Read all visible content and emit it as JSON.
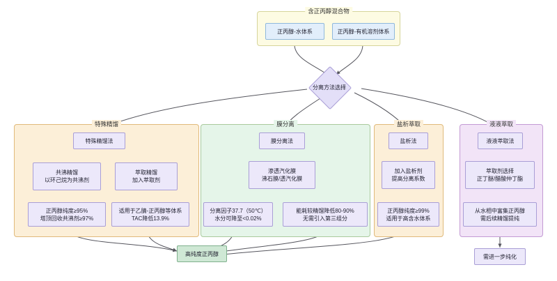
{
  "diagram": {
    "title_cluster": {
      "label": "含正丙醇混合物",
      "nodes": [
        {
          "id": "n-water",
          "text": "正丙醇-水体系"
        },
        {
          "id": "n-organic",
          "text": "正丙醇-有机溶剂体系"
        }
      ]
    },
    "decision": {
      "label": "分离方法选择"
    },
    "clusters": [
      {
        "id": "cluster-special-distillation",
        "label": "特殊精馏",
        "color": "#fcefd8",
        "nodes": [
          {
            "id": "method",
            "text": "特殊精馏法"
          },
          {
            "id": "azeotropic",
            "line1": "共沸精馏",
            "line2": "以环己烷为共沸剂"
          },
          {
            "id": "extractive",
            "line1": "萃取精馏",
            "line2": "加入萃取剂"
          },
          {
            "id": "azeotropic-result",
            "line1": "正丙醇纯度≥95%",
            "line2": "塔顶回收共沸剂≥97%"
          },
          {
            "id": "extractive-result",
            "line1": "适用于乙腈-正丙醇等体系",
            "line2": "TAC降低13.9%"
          }
        ]
      },
      {
        "id": "cluster-membrane",
        "label": "膜分离",
        "color": "#e5f5e9",
        "nodes": [
          {
            "id": "method",
            "text": "膜分离法"
          },
          {
            "id": "pervaporation",
            "line1": "渗透汽化膜",
            "line2": "沸石膜/透汽化膜"
          },
          {
            "id": "sep-factor",
            "line1": "分离因子37.7（50℃）",
            "line2": "水分可降至<0.02%"
          },
          {
            "id": "energy",
            "line1": "能耗较精馏降低80-90%",
            "line2": "无需引入第三组分"
          }
        ]
      },
      {
        "id": "cluster-salting-out",
        "label": "盐析萃取",
        "color": "#fcefd8",
        "nodes": [
          {
            "id": "method",
            "text": "盐析法"
          },
          {
            "id": "agent",
            "line1": "加入盐析剂",
            "line2": "提高分离系数"
          },
          {
            "id": "result",
            "line1": "正丙醇纯度≥99%",
            "line2": "适用于高含水体系"
          }
        ]
      },
      {
        "id": "cluster-liquid-liquid",
        "label": "液液萃取",
        "color": "#f2e4f7",
        "nodes": [
          {
            "id": "method",
            "text": "液液萃取法"
          },
          {
            "id": "solvent",
            "line1": "萃取剂选择",
            "line2": "正丁醚/醋酸仲丁酯"
          },
          {
            "id": "result",
            "line1": "从水相中富集正丙醇",
            "line2": "需后续精馏提纯"
          }
        ]
      }
    ],
    "outcomes": [
      {
        "id": "final-product",
        "text": "高纯度正丙醇"
      },
      {
        "id": "further-purification",
        "text": "需进一步纯化"
      }
    ]
  }
}
